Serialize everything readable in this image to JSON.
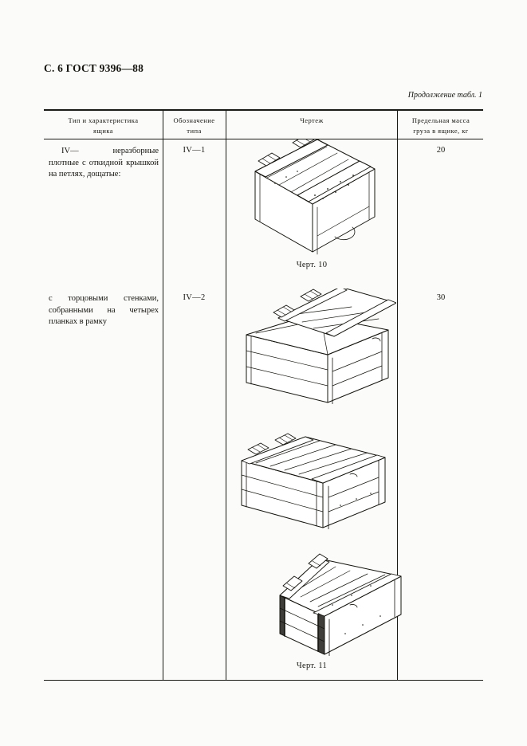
{
  "page": {
    "header": "С. 6 ГОСТ 9396—88",
    "continuation_note": "Продолжение табл. 1"
  },
  "table": {
    "columns": [
      {
        "id": "type-and-characteristic",
        "line1": "Тип и характеристика",
        "line2": "ящика"
      },
      {
        "id": "type-designation",
        "line1": "Обозначение",
        "line2": "типа"
      },
      {
        "id": "drawing",
        "line1": "Чертеж",
        "line2": ""
      },
      {
        "id": "max-load-mass",
        "line1": "Предельная масса",
        "line2": "груза в ящике, кг"
      }
    ],
    "rows": [
      {
        "description": "IV— неразборные плотные с откидной крышкой на петлях, дощатые:",
        "type": "IV—1",
        "mass": "20",
        "caption": "Черт. 10"
      },
      {
        "description": "с торцовыми стенками, собранными на четырех планках в рамку",
        "type": "IV—2",
        "mass": "30",
        "caption": "Черт. 11"
      }
    ]
  },
  "figures": [
    {
      "id": "figure-10",
      "caption": "Черт. 10",
      "alt": "Дощатый ящик типа IV—1 с откидной крышкой на петлях, закрытый, изометрия"
    },
    {
      "id": "figure-11-open",
      "caption": "",
      "alt": "Ящик типа IV—2 с открытой откидной крышкой"
    },
    {
      "id": "figure-11-closed-a",
      "caption": "",
      "alt": "Ящик типа IV—2 закрытый, вид сбоку"
    },
    {
      "id": "figure-11-closed-b",
      "caption": "Черт. 11",
      "alt": "Ящик типа IV—2 закрытый, вид с торца"
    }
  ],
  "colors": {
    "page_background": "#fbfbfa",
    "ink": "#15140f",
    "rule": "#1a1a17"
  }
}
